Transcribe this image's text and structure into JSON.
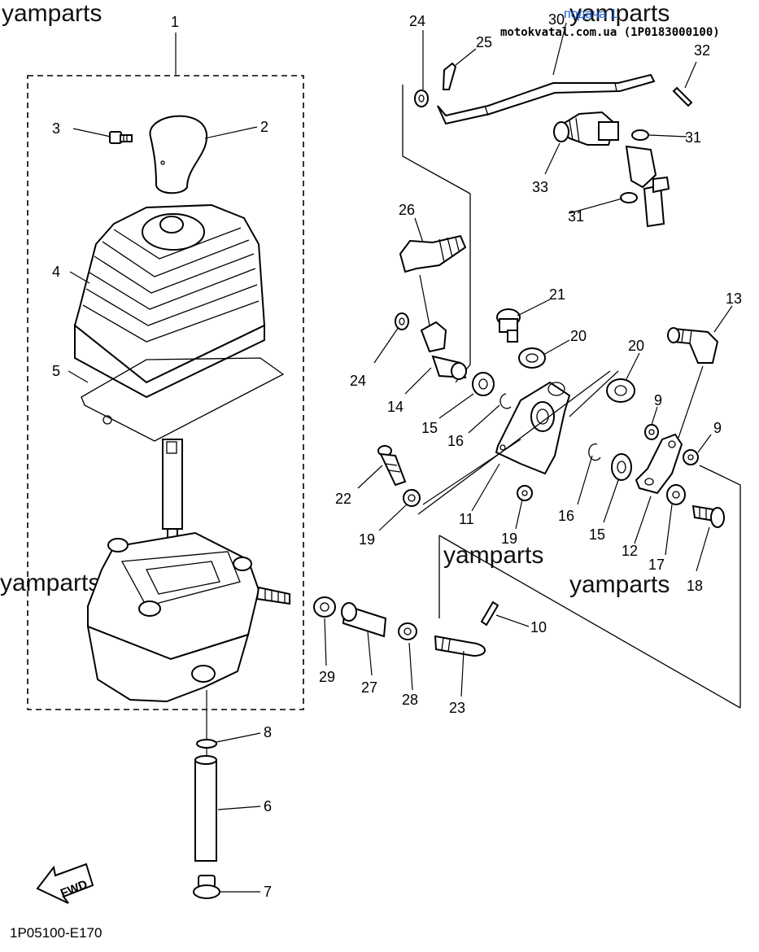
{
  "watermark": "yamparts",
  "header": {
    "site_link": "подача 1",
    "site_code": "motokvatal.com.ua (1P0183000100)"
  },
  "diagram_code": "1P05100-E170",
  "fwd_label": "FWD",
  "callouts": {
    "p1": "1",
    "p2": "2",
    "p3": "3",
    "p4": "4",
    "p5": "5",
    "p6": "6",
    "p7": "7",
    "p8": "8",
    "p9a": "9",
    "p9b": "9",
    "p10": "10",
    "p11": "11",
    "p12": "12",
    "p13": "13",
    "p14": "14",
    "p15a": "15",
    "p15b": "15",
    "p16a": "16",
    "p16b": "16",
    "p17": "17",
    "p18": "18",
    "p19a": "19",
    "p19b": "19",
    "p20a": "20",
    "p20b": "20",
    "p21": "21",
    "p22": "22",
    "p23": "23",
    "p24a": "24",
    "p24b": "24",
    "p25": "25",
    "p26": "26",
    "p27": "27",
    "p28": "28",
    "p29": "29",
    "p30": "30",
    "p31a": "31",
    "p31b": "31",
    "p32": "32",
    "p33": "33"
  }
}
